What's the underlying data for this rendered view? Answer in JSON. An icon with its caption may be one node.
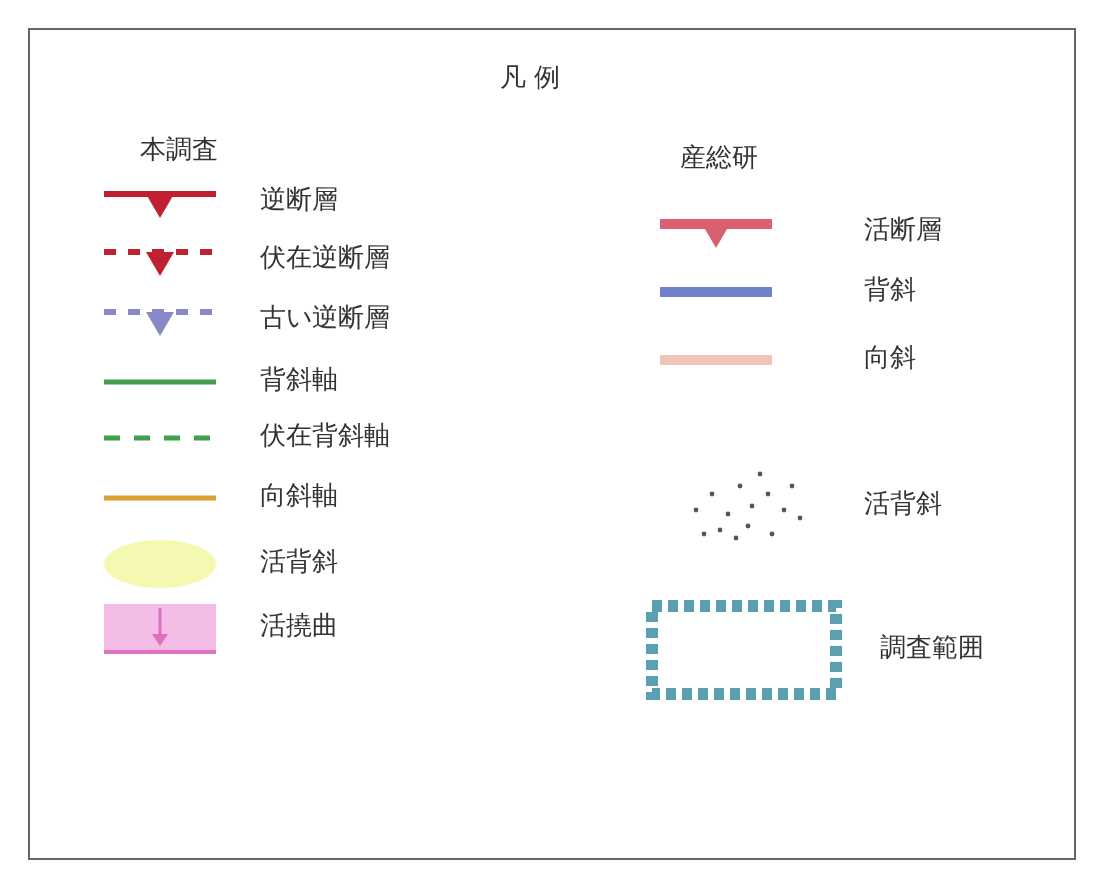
{
  "diagram": {
    "title": "凡 例",
    "labels": [
      "本調査",
      "産総研"
    ],
    "legend": [
      {
        "text": "逆断層"
      },
      {
        "text": "伏在逆断層"
      },
      {
        "text": "古い逆断層"
      },
      {
        "text": "背斜軸"
      },
      {
        "text": "伏在背斜軸"
      },
      {
        "text": "向斜軸"
      },
      {
        "text": "活背斜",
        "color": "#f4f8b0"
      },
      {
        "text": "活撓曲"
      },
      {
        "text": "活断層"
      },
      {
        "text": "背斜"
      },
      {
        "text": "向斜"
      },
      {
        "text": "活背斜"
      },
      {
        "text": "調査範囲"
      }
    ]
  }
}
